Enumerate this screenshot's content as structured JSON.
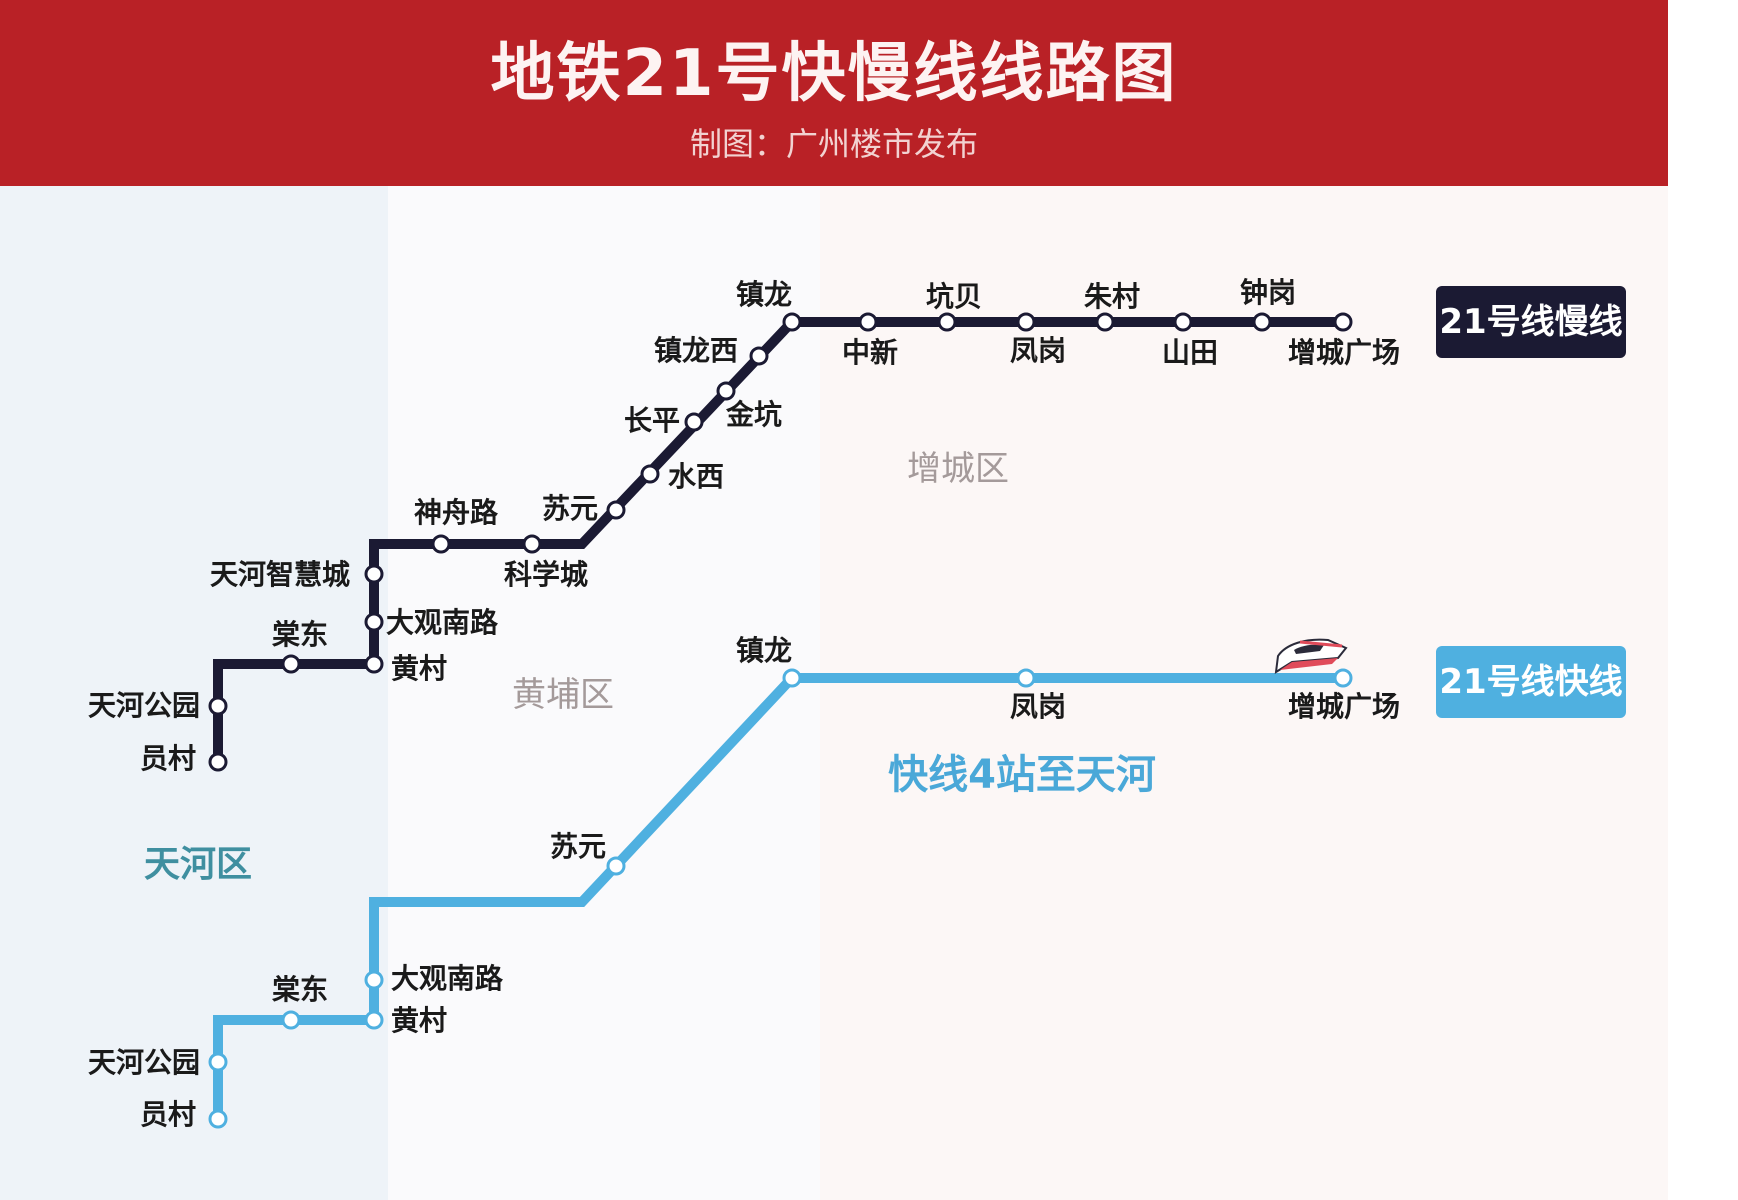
{
  "title": "地铁21号快慢线线路图",
  "subtitle": "制图：广州楼市发布",
  "districts": {
    "tianhe": "天河区",
    "huangpu": "黄埔区",
    "zengcheng": "增城区"
  },
  "legend": {
    "slow": "21号线慢线",
    "fast": "21号线快线"
  },
  "fast_note": "快线4站至天河",
  "colors": {
    "header_red": "#b92126",
    "slow_line": "#1b1a33",
    "fast_line": "#4fb0e0",
    "note_blue": "#4aa8d8",
    "district_tianhe": "#3f8fa0",
    "district_other": "#a49a9a"
  },
  "icons": {
    "train": "high-speed-train-icon"
  },
  "slow_line": {
    "stations": [
      "员村",
      "天河公园",
      "棠东",
      "黄村",
      "大观南路",
      "天河智慧城",
      "神舟路",
      "科学城",
      "苏元",
      "水西",
      "长平",
      "金坑",
      "镇龙西",
      "镇龙",
      "中新",
      "坑贝",
      "凤岗",
      "朱村",
      "山田",
      "钟岗",
      "增城广场"
    ]
  },
  "fast_line": {
    "stations": [
      "员村",
      "天河公园",
      "棠东",
      "黄村",
      "大观南路",
      "苏元",
      "镇龙",
      "凤岗",
      "增城广场"
    ]
  }
}
